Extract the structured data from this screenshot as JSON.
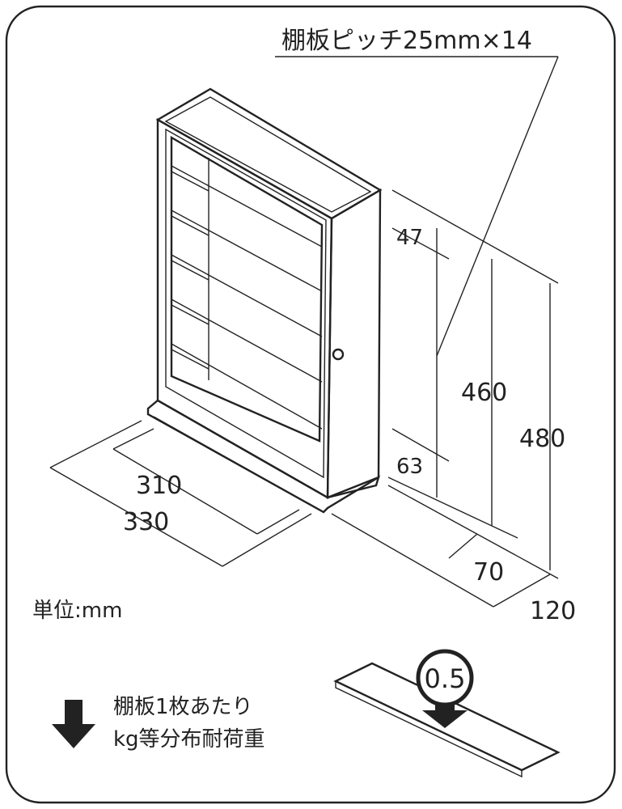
{
  "title_note": "棚板ピッチ25mm×14",
  "dimensions": {
    "top_gap": "47",
    "inner_height": "460",
    "outer_height": "480",
    "bottom_gap": "63",
    "inner_width": "310",
    "outer_width": "330",
    "inner_depth": "70",
    "outer_depth": "120"
  },
  "unit_label": "単位:mm",
  "load_label_line1": "棚板1枚あたり",
  "load_label_line2": "kg等分布耐荷重",
  "load_value": "0.5"
}
